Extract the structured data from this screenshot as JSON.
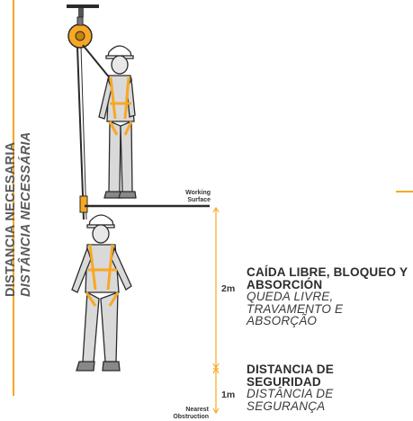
{
  "side_label": {
    "spanish": "DISTANCIA NECESARIA",
    "portuguese": "DISTÂNCIA NECESSÁRIA"
  },
  "working_surface": "Working Surface",
  "nearest_obstruction": "Nearest Obstruction",
  "zones": [
    {
      "measure": "2m",
      "spanish": "CAÍDA LIBRE, BLOQUEO Y ABSORCIÓN",
      "portuguese": "QUEDA LIVRE, TRAVAMENTO E ABSORÇÃO"
    },
    {
      "measure": "1m",
      "spanish": "DISTANCIA DE SEGURIDAD",
      "portuguese": "DISTÂNCIA DE SEGURANÇA"
    }
  ],
  "colors": {
    "accent": "#f7a823",
    "figure_fill": "#d9d9d9",
    "outline": "#2b2b2b"
  }
}
